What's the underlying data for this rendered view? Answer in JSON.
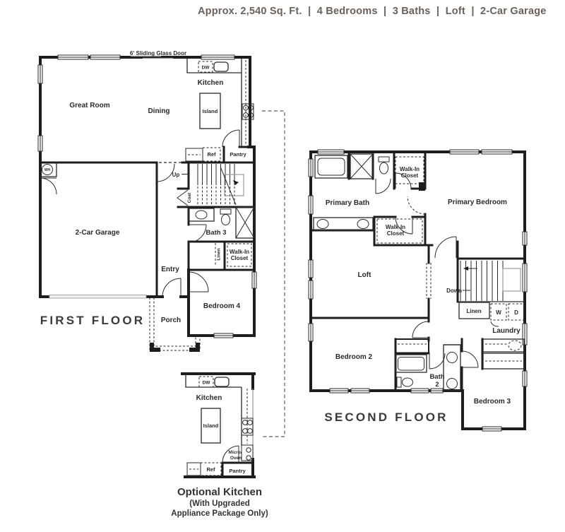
{
  "header": {
    "summary": "Approx. 2,540 Sq. Ft.  |  4 Bedrooms  |  3 Baths  |  Loft  |  2-Car Garage"
  },
  "first_floor": {
    "title": "FIRST FLOOR",
    "sliding_glass_door": "6' Sliding Glass Door",
    "great_room": "Great Room",
    "dining": "Dining",
    "kitchen": "Kitchen",
    "island": "Island",
    "dw": "DW",
    "ref": "Ref",
    "pantry": "Pantry",
    "up": "Up",
    "coat": "Coat",
    "wh": "WH",
    "bath3": "Bath 3",
    "linen": "Linen",
    "walk_in_line1": "Walk-In",
    "walk_in_line2": "Closet",
    "garage": "2-Car Garage",
    "entry": "Entry",
    "porch": "Porch",
    "bedroom4": "Bedroom 4"
  },
  "second_floor": {
    "title": "SECOND FLOOR",
    "primary_bath": "Primary Bath",
    "primary_bedroom": "Primary Bedroom",
    "walk_in_line1": "Walk-In",
    "walk_in_line2": "Closet",
    "loft": "Loft",
    "down": "Down",
    "linen": "Linen",
    "washer": "W",
    "dryer": "D",
    "laundry": "Laundry",
    "bedroom2": "Bedroom 2",
    "bath2_line1": "Bath",
    "bath2_line2": "2",
    "bedroom3": "Bedroom 3"
  },
  "optional_kitchen": {
    "title": "Optional Kitchen",
    "subtitle_line1": "(With Upgraded",
    "subtitle_line2": "Appliance Package Only)",
    "kitchen": "Kitchen",
    "island": "Island",
    "dw": "DW",
    "micro_line1": "Micro/",
    "micro_line2": "Oven",
    "ref": "Ref",
    "pantry": "Pantry"
  },
  "colors": {
    "wall": "#1d1d1b",
    "header_text": "#6c6057",
    "label_text": "#2b2a28",
    "light_line": "#9a9a9a"
  }
}
